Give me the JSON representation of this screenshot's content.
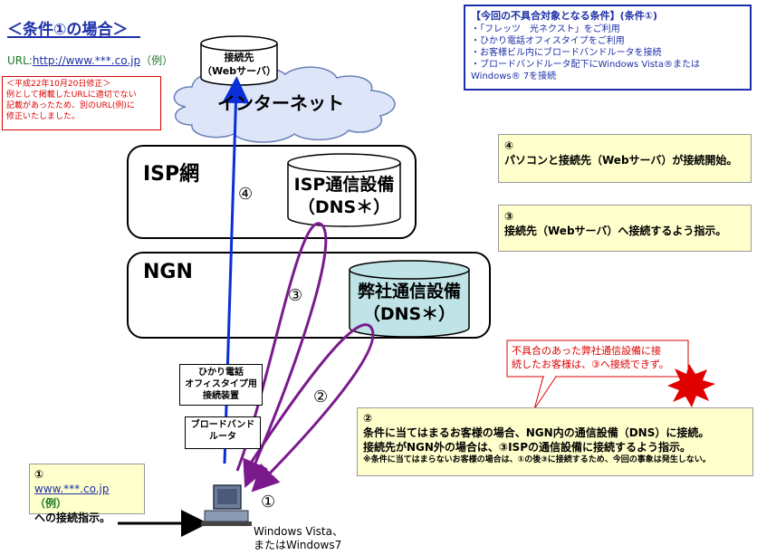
{
  "title": "＜条件①の場合＞",
  "url_line": {
    "prefix": "URL:",
    "link": "http://www.***.co.jp",
    "suffix": "（例）"
  },
  "fix_note": {
    "lines": [
      "＜平成22年10月20日修正＞",
      "例として掲載したURLに適切でない",
      "記載があったため、別のURL(例)に",
      "修正いたしました。"
    ]
  },
  "condition_box": {
    "heading": "【今回の不具合対象となる条件】(条件①)",
    "items": [
      "・「フレッツ　光ネクスト」をご利用",
      "・ひかり電話オフィスタイプをご利用",
      "・お客様ビル内にブロードバンドルータを接続",
      "・ブロードバンドルータ配下にWindows Vista®または",
      "Windows® 7を接続"
    ]
  },
  "web_server": {
    "line1": "接続先",
    "line2": "（Webサーバ）"
  },
  "internet_label": "インターネット",
  "isp_zone": {
    "label": "ISP網"
  },
  "isp_dns": {
    "line1": "ISP通信設備",
    "line2": "（DNS＊）"
  },
  "ngn_zone": {
    "label": "NGN"
  },
  "ngn_dns": {
    "line1": "弊社通信設備",
    "line2": "（DNS＊）"
  },
  "hikari_device": {
    "lines": [
      "ひかり電話",
      "オフィスタイプ用",
      "接続装置"
    ]
  },
  "router_device": {
    "lines": [
      "ブロードバンド",
      "ルータ"
    ]
  },
  "step_labels": {
    "s1": "①",
    "s2": "②",
    "s3": "③",
    "s4": "④"
  },
  "pc_caption": {
    "line1": "Windows Vista、",
    "line2": "またはWindows7"
  },
  "note4": {
    "num": "④",
    "text": "パソコンと接続先（Webサーバ）が接続開始。"
  },
  "note3": {
    "num": "③",
    "text": "接続先（Webサーバ）へ接続するよう指示。"
  },
  "note2": {
    "num": "②",
    "line1": "条件に当てはまるお客様の場合、NGN内の通信設備（DNS）に接続。",
    "line2": "接続先がNGN外の場合は、③ISPの通信設備に接続するよう指示。",
    "small": "※条件に当てはまらないお客様の場合は、①の後③に接続するため、今回の事象は発生しない。"
  },
  "note1": {
    "num": "①",
    "link": "www.***.co.jp",
    "suffix": "（例）",
    "line2": "への接続指示。"
  },
  "callout": {
    "line1": "不具合のあった弊社通信設備に接",
    "line2": "続したお客様は、③へ接続できず。"
  },
  "colors": {
    "blue_line": "#0a2fd8",
    "purple_line": "#7a1a8c",
    "dns_ngn_fill": "#bfe3e6",
    "yellow_fill": "#ffffcc",
    "red": "#e00000"
  }
}
